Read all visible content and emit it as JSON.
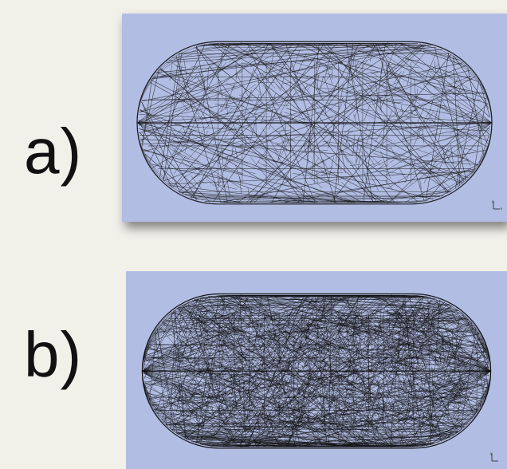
{
  "panels": [
    {
      "label": "a)",
      "view": {
        "background": "#b2bde3",
        "mesh_density": "coarse",
        "line_color": "#1a1a1a",
        "has_drop_shadow": true,
        "axis_triad_icon": "xy-axis-triad-icon"
      }
    },
    {
      "label": "b)",
      "view": {
        "background": "#b2bde3",
        "mesh_density": "dense",
        "line_color": "#101010",
        "has_drop_shadow": false,
        "axis_triad_icon": "xy-axis-triad-icon"
      }
    }
  ],
  "page_background": "#f1f0e9"
}
